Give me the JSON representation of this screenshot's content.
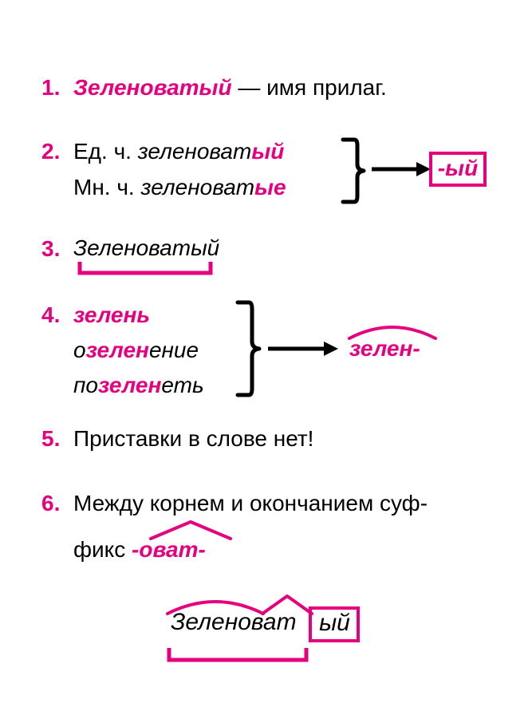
{
  "accent_color": "#e6007e",
  "text_color": "#000000",
  "background": "#ffffff",
  "items": [
    {
      "number": "1.",
      "parts": [
        {
          "text": "Зеленоватый",
          "style": "pink-bold-italic"
        },
        {
          "text": " — имя прилаг.",
          "style": "black"
        }
      ]
    },
    {
      "number": "2.",
      "row_a_label": "Ед. ч. ",
      "row_a_stem": "зеленоват",
      "row_a_ending": "ый",
      "row_b_label": "Мн. ч. ",
      "row_b_stem": "зеленоват",
      "row_b_ending": "ые",
      "result_box": "-ый"
    },
    {
      "number": "3.",
      "word": "Зеленоватый",
      "mark": "base-bracket"
    },
    {
      "number": "4.",
      "row_a": {
        "pre": "",
        "root": "зелень",
        "post": "",
        "all_pink": true
      },
      "row_b": {
        "pre": "о",
        "root": "зелен",
        "post": "ение"
      },
      "row_c": {
        "pre": "по",
        "root": "зелен",
        "post": "еть"
      },
      "result": "зелен-",
      "result_mark": "root-arc"
    },
    {
      "number": "5.",
      "text": "Приставки в слове нет!"
    },
    {
      "number": "6.",
      "line1": "Между корнем и окончанием суф-",
      "line2_prefix": "фикс ",
      "line2_suffix": "-оват-",
      "line2_mark": "suffix-roof"
    }
  ],
  "final_analysis": {
    "root": "Зелен",
    "suffix": "оват",
    "ending": "ый",
    "marks": [
      "root-arc",
      "suffix-roof",
      "ending-box",
      "stem-base-bracket"
    ]
  }
}
